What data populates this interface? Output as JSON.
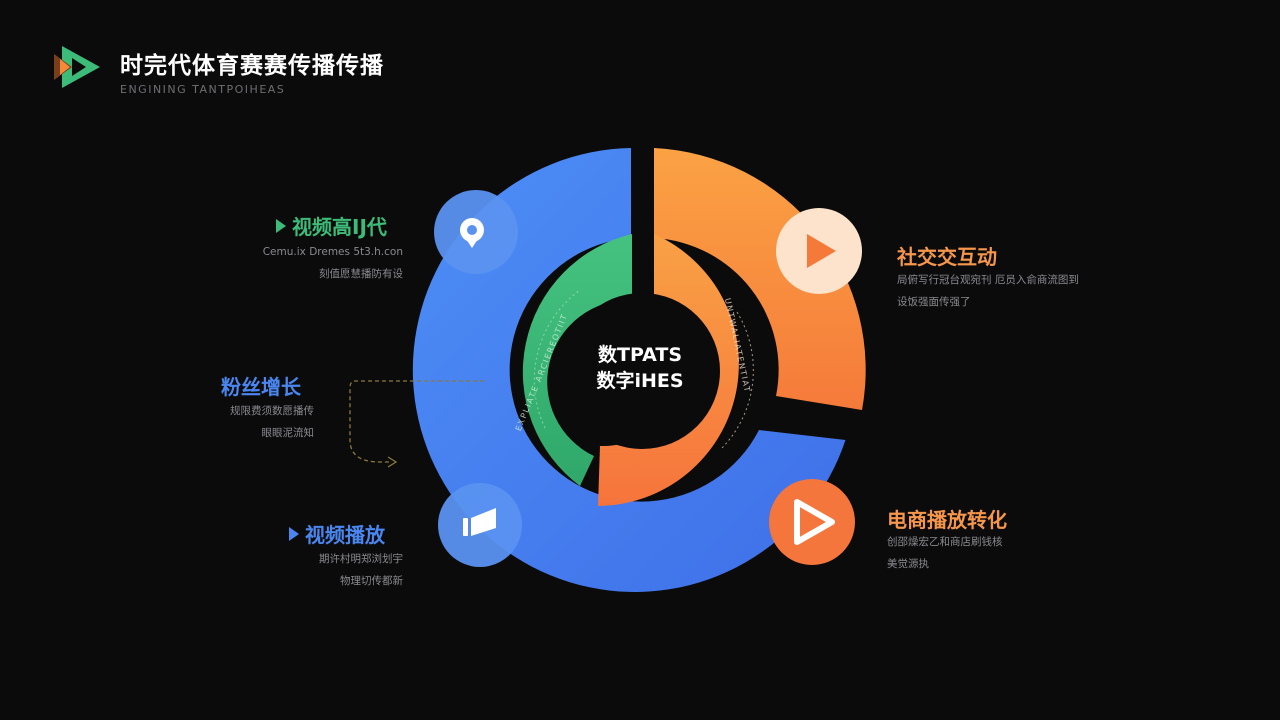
{
  "header": {
    "title": "时完代体育赛赛传播传播",
    "subtitle": "ENGINING TANTPOIHEAS"
  },
  "center": {
    "line1": "数TPATS",
    "line2": "数字iHES"
  },
  "arc_texts": {
    "green": "EXPLIATE ARCIEREOTIIT",
    "orange": "UNTWALIATENTIAT"
  },
  "sections": {
    "video_hd": {
      "title": "视频高IJ代",
      "desc1": "Cemu.ix Dremes 5t3.h.con",
      "desc2": "刻值愿慧播防有设",
      "color": "#3dbb78",
      "icon": "location-pin-icon"
    },
    "fan_growth": {
      "title": "粉丝增长",
      "desc1": "规限费须数愿播传",
      "desc2": "眼眼泥流知",
      "color": "#4a86f0",
      "icon": "none"
    },
    "video_play": {
      "title": "视频播放",
      "desc1": "期许村明郑浏划宇",
      "desc2": "物理切传都新",
      "color": "#4a86f0",
      "icon": "film-icon"
    },
    "social": {
      "title": "社交交互动",
      "desc1": "局俯写行冠台观宛刊 厄员入俞商流图到",
      "desc2": "设饭强面传强了",
      "color": "#f5964a",
      "icon": "play-icon"
    },
    "ecommerce": {
      "title": "电商播放转化",
      "desc1": "创邵燥宏乙和商店刷钱核",
      "desc2": "美觉源执",
      "color": "#f5964a",
      "icon": "play-outline-icon"
    }
  },
  "colors": {
    "blue": "#4a86f0",
    "orange_top": "#fb9d45",
    "orange_bottom": "#f5743a",
    "green": "#3dbb78",
    "background": "#0b0b0c"
  }
}
